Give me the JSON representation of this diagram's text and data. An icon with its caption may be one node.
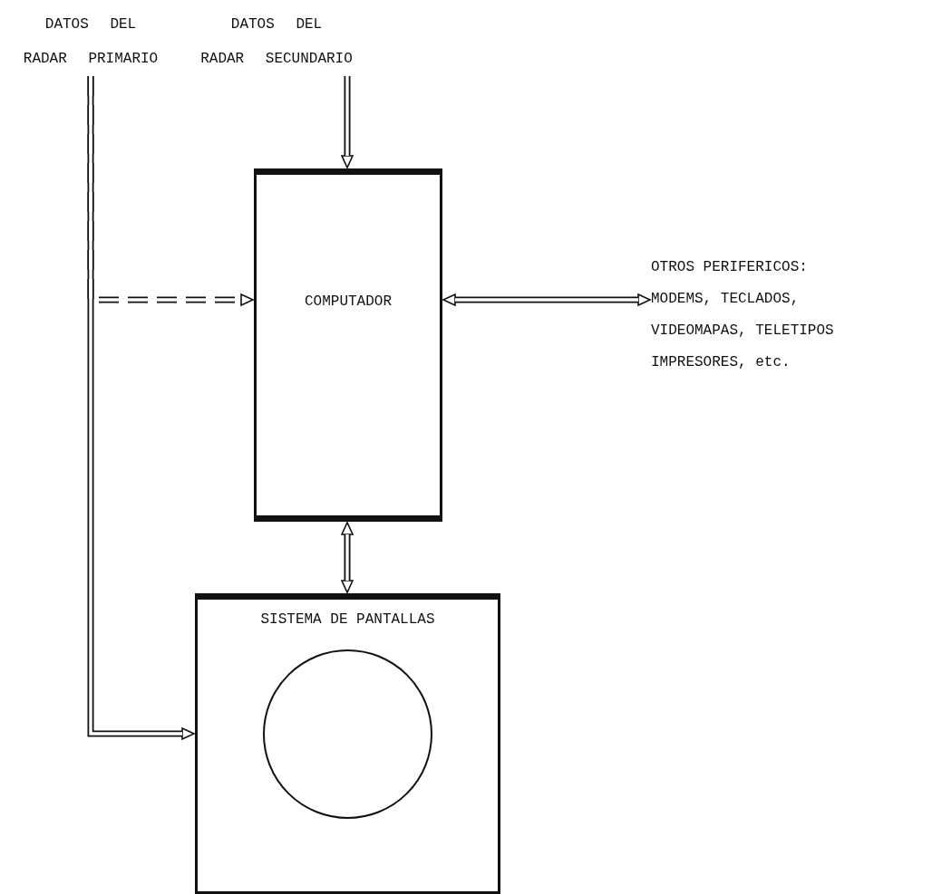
{
  "diagram": {
    "nodes": [
      {
        "text": [
          "DATOS DEL RADAR PRIMARIO"
        ]
      },
      {
        "text": [
          "DATOS DEL RADAR SECUNDARIO"
        ]
      },
      {
        "text": [
          "COMPUTADOR"
        ]
      },
      {
        "text": [
          "OTROS PERIFERICOS: MODEMS, TECLADOS, VIDEOMAPAS, TELETIPOS IMPRESORES, etc."
        ]
      },
      {
        "text": [
          "SISTEMA DE PANTALLAS"
        ]
      },
      {
        "text": [],
        "shape": "circle",
        "in": 4
      }
    ],
    "edges": [
      {
        "from": 0,
        "to": 4,
        "arrow": "to"
      },
      {
        "from": 0,
        "to": 2,
        "arrow": "to",
        "style": "dashed"
      },
      {
        "from": 1,
        "to": 2,
        "arrow": "to"
      },
      {
        "from": 2,
        "to": 3,
        "arrow": "both"
      },
      {
        "from": 2,
        "to": 4,
        "arrow": "both"
      }
    ]
  }
}
